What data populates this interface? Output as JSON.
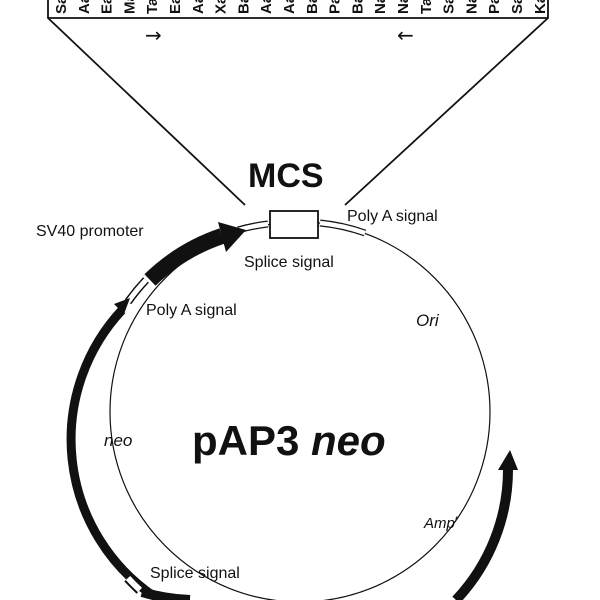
{
  "plasmid": {
    "name_regular": "pAP3 ",
    "name_italic": "neo"
  },
  "mcs_label": "MCS",
  "restriction_sites": [
    "Sa",
    "Aa",
    "Ea",
    "Ma",
    "Ta",
    "Ea",
    "Aa",
    "Xa",
    "Ba",
    "Aa",
    "Aa",
    "Ba",
    "Pa",
    "Ba",
    "Na",
    "Na",
    "Ta",
    "Sa",
    "Na",
    "Pa",
    "Sa",
    "Ka"
  ],
  "labels": {
    "sv40_promoter": "SV40 promoter",
    "poly_a_top": "Poly A signal",
    "splice_top": "Splice signal",
    "poly_a_left": "Poly A signal",
    "ori": "Ori",
    "neo": "neo",
    "amp": "Amp",
    "amp_sup": "r",
    "splice_bottom": "Splice signal"
  },
  "arrows": {
    "forward": "→",
    "reverse": "←"
  }
}
